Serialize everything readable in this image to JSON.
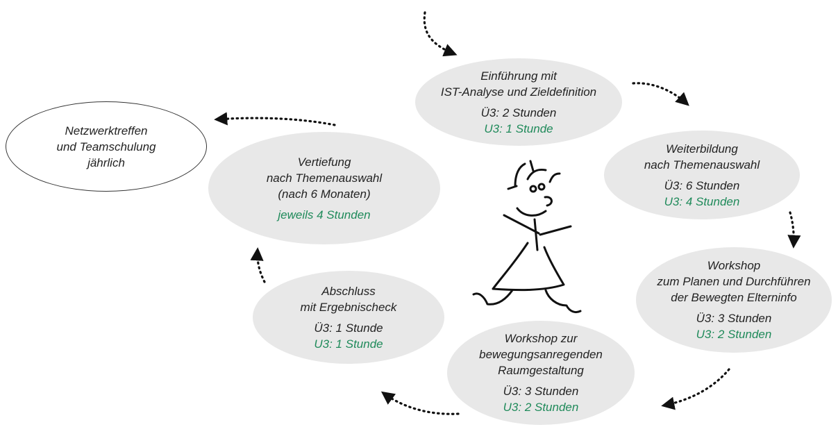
{
  "nodes": {
    "einfuehrung": {
      "title": [
        "Einführung mit",
        "IST-Analyse und Zieldefinition"
      ],
      "ue3": "Ü3: 2 Stunden",
      "u3": "U3: 1 Stunde"
    },
    "weiterbildung": {
      "title": [
        "Weiterbildung",
        "nach Themenauswahl"
      ],
      "ue3": "Ü3: 6 Stunden",
      "u3": "U3: 4 Stunden"
    },
    "workshop_elterninfo": {
      "title": [
        "Workshop",
        "zum Planen und Durchführen",
        "der Bewegten Elterninfo"
      ],
      "ue3": "Ü3: 3 Stunden",
      "u3": "U3: 2 Stunden"
    },
    "workshop_raum": {
      "title": [
        "Workshop zur",
        "bewegungsanregenden",
        "Raumgestaltung"
      ],
      "ue3": "Ü3: 3 Stunden",
      "u3": "U3: 2 Stunden"
    },
    "abschluss": {
      "title": [
        "Abschluss",
        "mit Ergebnischeck"
      ],
      "ue3": "Ü3: 1 Stunde",
      "u3": "U3: 1 Stunde"
    },
    "vertiefung": {
      "title": [
        "Vertiefung",
        "nach Themenauswahl",
        "(nach 6 Monaten)"
      ],
      "detail": "jeweils 4 Stunden"
    },
    "netzwerk": {
      "title": [
        "Netzwerktreffen",
        "und Teamschulung",
        "jährlich"
      ]
    }
  },
  "colors": {
    "node_fill": "#e8e8e8",
    "text": "#222222",
    "accent_green": "#1f8a5a",
    "arrow": "#111111"
  }
}
